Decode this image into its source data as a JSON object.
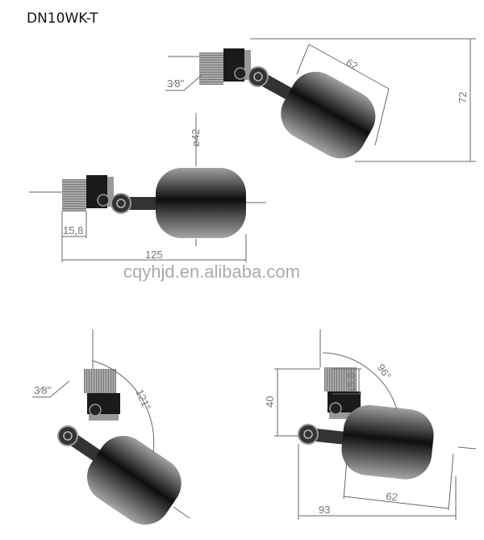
{
  "title": "DN10WK-T",
  "watermark": "cqyhjd.en.alibaba.com",
  "view_top_right": {
    "thread": "3⁄8\"",
    "float_length": "62",
    "height": "72"
  },
  "view_horizontal": {
    "diameter": "ø42",
    "thread_length": "15,8",
    "overall_length": "125"
  },
  "view_bottom_left": {
    "thread": "3⁄8\"",
    "angle": "121°"
  },
  "view_bottom_right": {
    "angle": "96°",
    "height": "40",
    "thread_length": "15,8",
    "float_length": "62",
    "overall_length": "93"
  },
  "colors": {
    "float_dark": "#111111",
    "float_light": "#9a9a9a",
    "dimension_lines": "#666666"
  }
}
